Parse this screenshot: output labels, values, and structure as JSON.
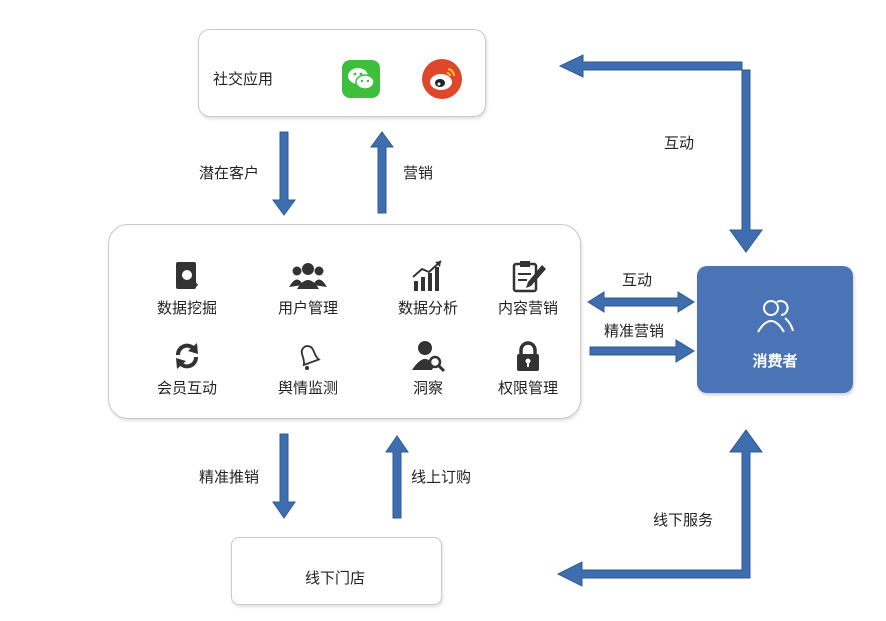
{
  "social": {
    "label": "社交应用",
    "icons": [
      "wechat-icon",
      "weibo-icon"
    ]
  },
  "hub": {
    "features": [
      {
        "label": "数据挖掘",
        "icon": "book-search-icon"
      },
      {
        "label": "用户管理",
        "icon": "users-icon"
      },
      {
        "label": "数据分析",
        "icon": "bar-chart-trend-icon"
      },
      {
        "label": "内容营销",
        "icon": "clipboard-pen-icon"
      },
      {
        "label": "会员互动",
        "icon": "refresh-arrows-icon"
      },
      {
        "label": "舆情监测",
        "icon": "bell-icon"
      },
      {
        "label": "洞察",
        "icon": "user-search-icon"
      },
      {
        "label": "权限管理",
        "icon": "lock-icon"
      }
    ]
  },
  "store": {
    "label": "线下门店"
  },
  "consumer": {
    "label": "消费者",
    "icon": "people-outline-icon"
  },
  "edges": {
    "social_to_hub": "潜在客户",
    "hub_to_social": "营销",
    "consumer_to_social": "互动",
    "hub_consumer_bidir": "互动",
    "hub_to_consumer": "精准营销",
    "hub_to_store": "精准推销",
    "store_to_hub": "线上订购",
    "consumer_to_store": "线下服务"
  },
  "colors": {
    "arrow": "#3e6eb0",
    "arrow_outline": "#2f5a92",
    "consumer_fill": "#4a74b5",
    "wechat": "#3ebf3c",
    "weibo": "#e0472a"
  }
}
